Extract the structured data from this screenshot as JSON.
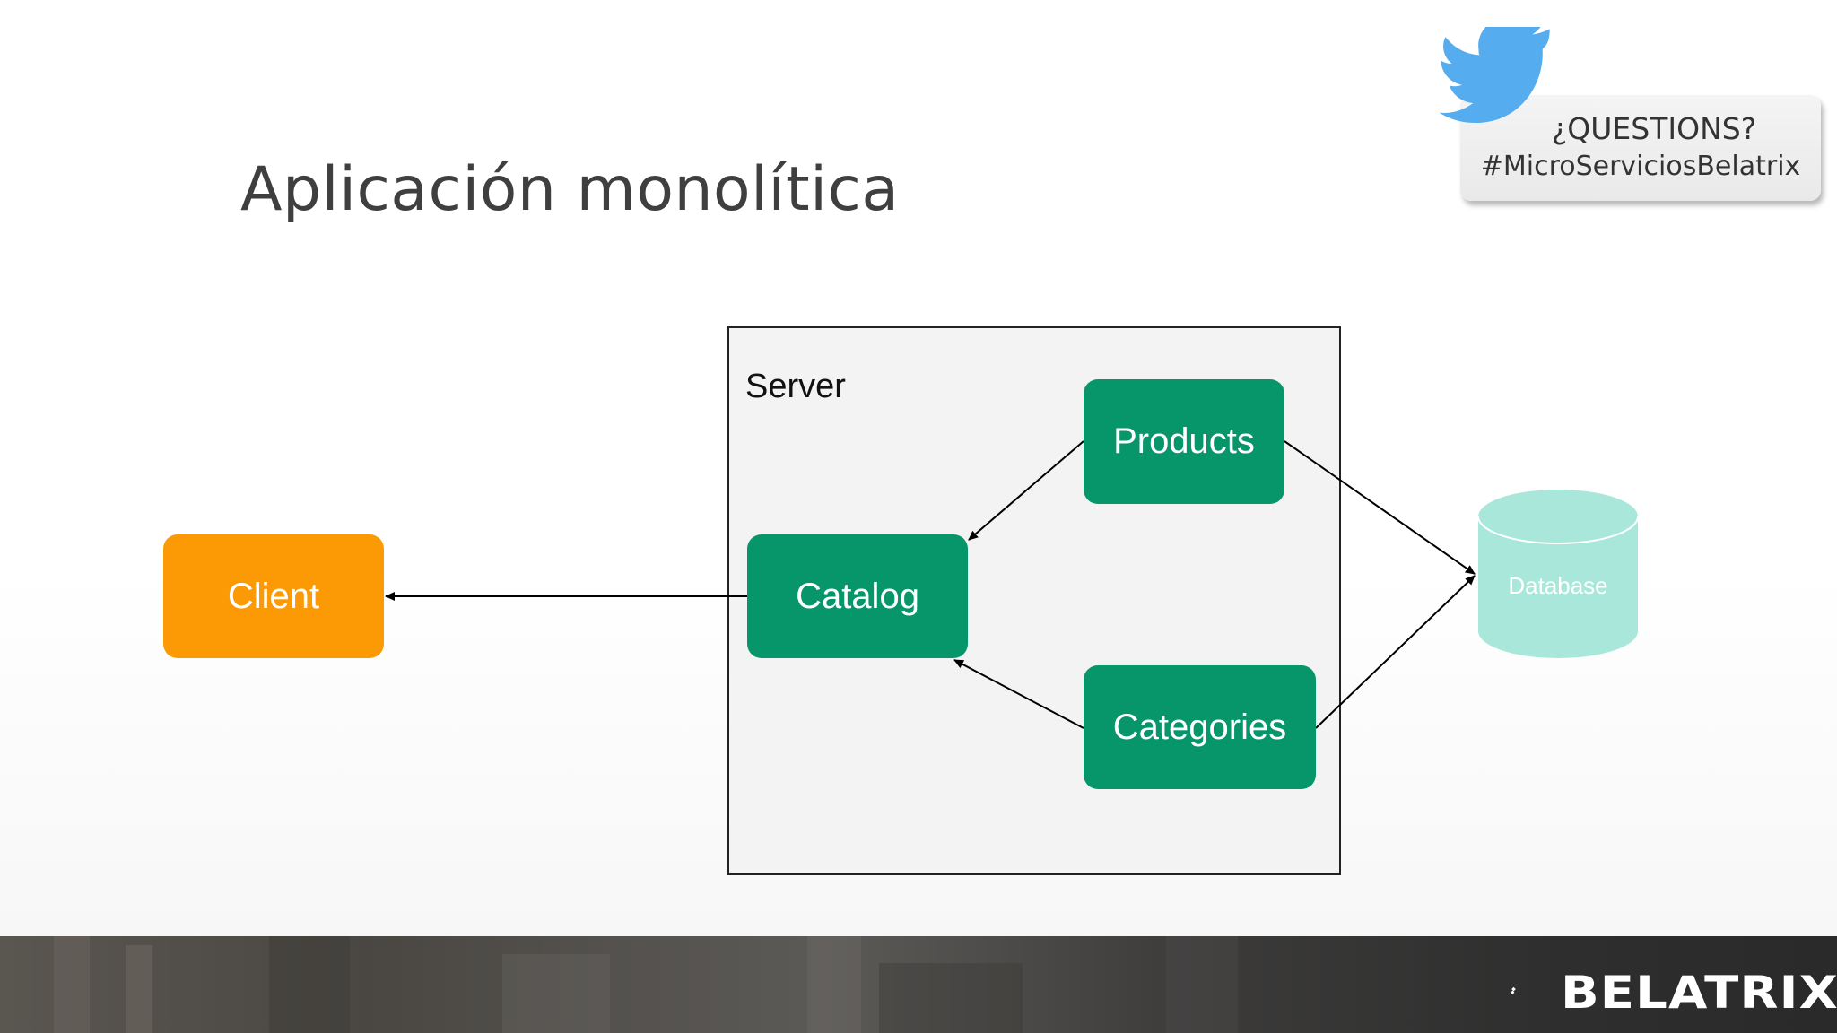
{
  "slide": {
    "title": "Aplicación monolítica"
  },
  "badge": {
    "line1": "¿QUESTIONS?",
    "line2": "#MicroServiciosBelatrix",
    "icon": "twitter-bird-icon"
  },
  "diagram": {
    "server_label": "Server",
    "nodes": {
      "client": "Client",
      "catalog": "Catalog",
      "products": "Products",
      "categories": "Categories",
      "database": "Database"
    },
    "edges": [
      {
        "from": "Catalog",
        "to": "Client"
      },
      {
        "from": "Products",
        "to": "Catalog"
      },
      {
        "from": "Categories",
        "to": "Catalog"
      },
      {
        "from": "Products",
        "to": "Database"
      },
      {
        "from": "Categories",
        "to": "Database"
      }
    ]
  },
  "colors": {
    "service_green": "#079669",
    "client_orange": "#fb9a05",
    "database_teal": "#a8e7da",
    "server_fill": "#f3f3f4"
  },
  "footer": {
    "brand": "BELATRIX",
    "logo_icon": "belatrix-diamond-logo-icon"
  }
}
